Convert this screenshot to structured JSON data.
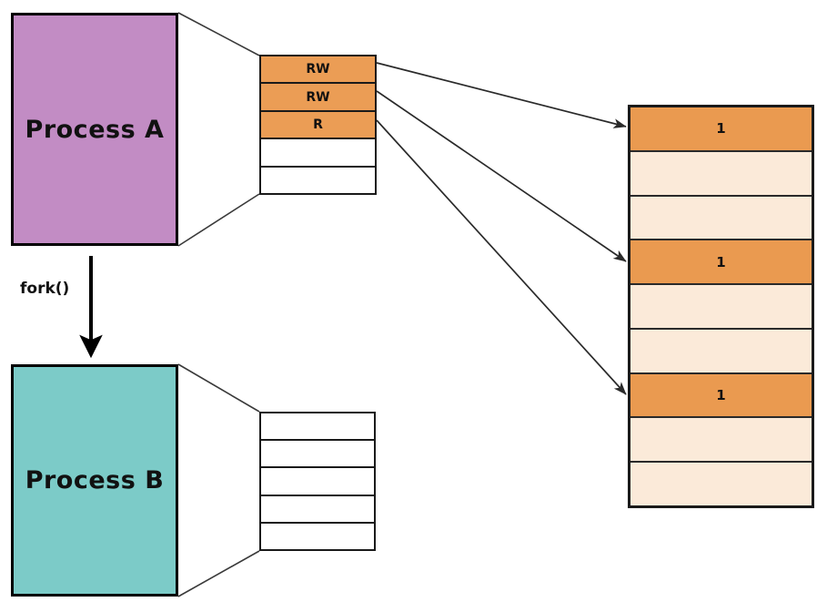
{
  "diagram": {
    "title": "fork() copy-on-write page table and physical memory frames",
    "colors": {
      "process_a_fill": "#c28cc4",
      "process_b_fill": "#7ccbc8",
      "page_orange": "#eb9d55",
      "frame_orange": "#ea9a50",
      "frame_cream": "#fbead9",
      "empty_white": "#ffffff",
      "stroke": "#1a1a1a"
    },
    "process_a": {
      "label": "Process A",
      "page_table": {
        "name": "process-a-page-table",
        "rows": [
          {
            "label": "RW",
            "state": "mapped"
          },
          {
            "label": "RW",
            "state": "mapped"
          },
          {
            "label": "R",
            "state": "mapped"
          },
          {
            "label": "",
            "state": "empty"
          },
          {
            "label": "",
            "state": "empty"
          }
        ]
      }
    },
    "process_b": {
      "label": "Process B",
      "page_table": {
        "name": "process-b-page-table",
        "rows": [
          {
            "label": "",
            "state": "empty"
          },
          {
            "label": "",
            "state": "empty"
          },
          {
            "label": "",
            "state": "empty"
          },
          {
            "label": "",
            "state": "empty"
          },
          {
            "label": "",
            "state": "empty"
          }
        ]
      }
    },
    "fork_arrow": {
      "label": "fork()"
    },
    "physical_memory": {
      "name": "physical-memory-frames",
      "rows": [
        {
          "label": "1",
          "state": "referenced"
        },
        {
          "label": "",
          "state": "free"
        },
        {
          "label": "",
          "state": "free"
        },
        {
          "label": "1",
          "state": "referenced"
        },
        {
          "label": "",
          "state": "free"
        },
        {
          "label": "",
          "state": "free"
        },
        {
          "label": "1",
          "state": "referenced"
        },
        {
          "label": "",
          "state": "free"
        },
        {
          "label": "",
          "state": "free"
        }
      ]
    },
    "mappings": [
      {
        "from_page": 0,
        "to_frame": 0
      },
      {
        "from_page": 1,
        "to_frame": 3
      },
      {
        "from_page": 2,
        "to_frame": 6
      }
    ]
  }
}
